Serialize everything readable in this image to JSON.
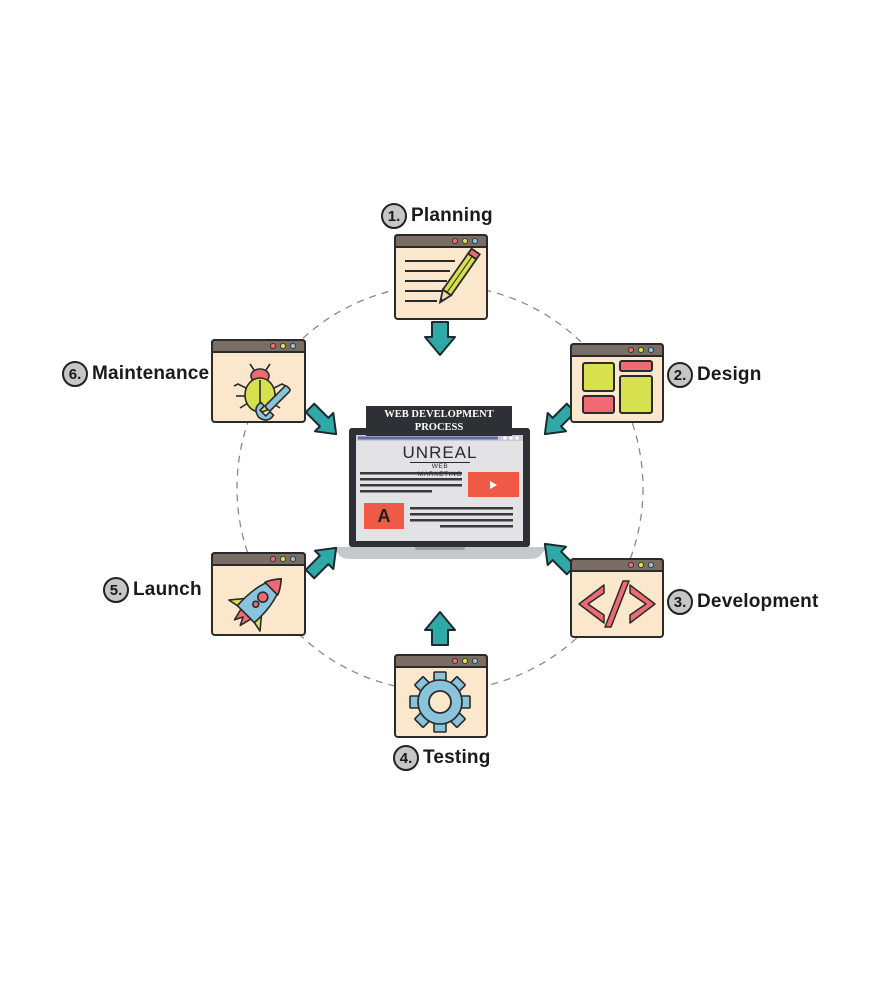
{
  "center": {
    "banner_line1": "WEB DEVELOPMENT",
    "banner_line2": "PROCESS",
    "brand_name": "UNREAL",
    "brand_sub": "WEB MARKETING",
    "ad_letter": "A"
  },
  "steps": [
    {
      "number": "1.",
      "label": "Planning",
      "icon": "pencil-icon"
    },
    {
      "number": "2.",
      "label": "Design",
      "icon": "layout-icon"
    },
    {
      "number": "3.",
      "label": "Development",
      "icon": "code-icon"
    },
    {
      "number": "4.",
      "label": "Testing",
      "icon": "gear-icon"
    },
    {
      "number": "5.",
      "label": "Launch",
      "icon": "rocket-icon"
    },
    {
      "number": "6.",
      "label": "Maintenance",
      "icon": "bug-wrench-icon"
    }
  ],
  "colors": {
    "card_fill": "#fbe7cc",
    "card_header": "#7a6d63",
    "arrow_teal": "#2fa9a8",
    "laptop_dark": "#2f3035",
    "accent_red": "#ee5a45",
    "pink": "#ef6a72",
    "lime": "#d7e04e",
    "gear_blue": "#8ac4dc"
  }
}
